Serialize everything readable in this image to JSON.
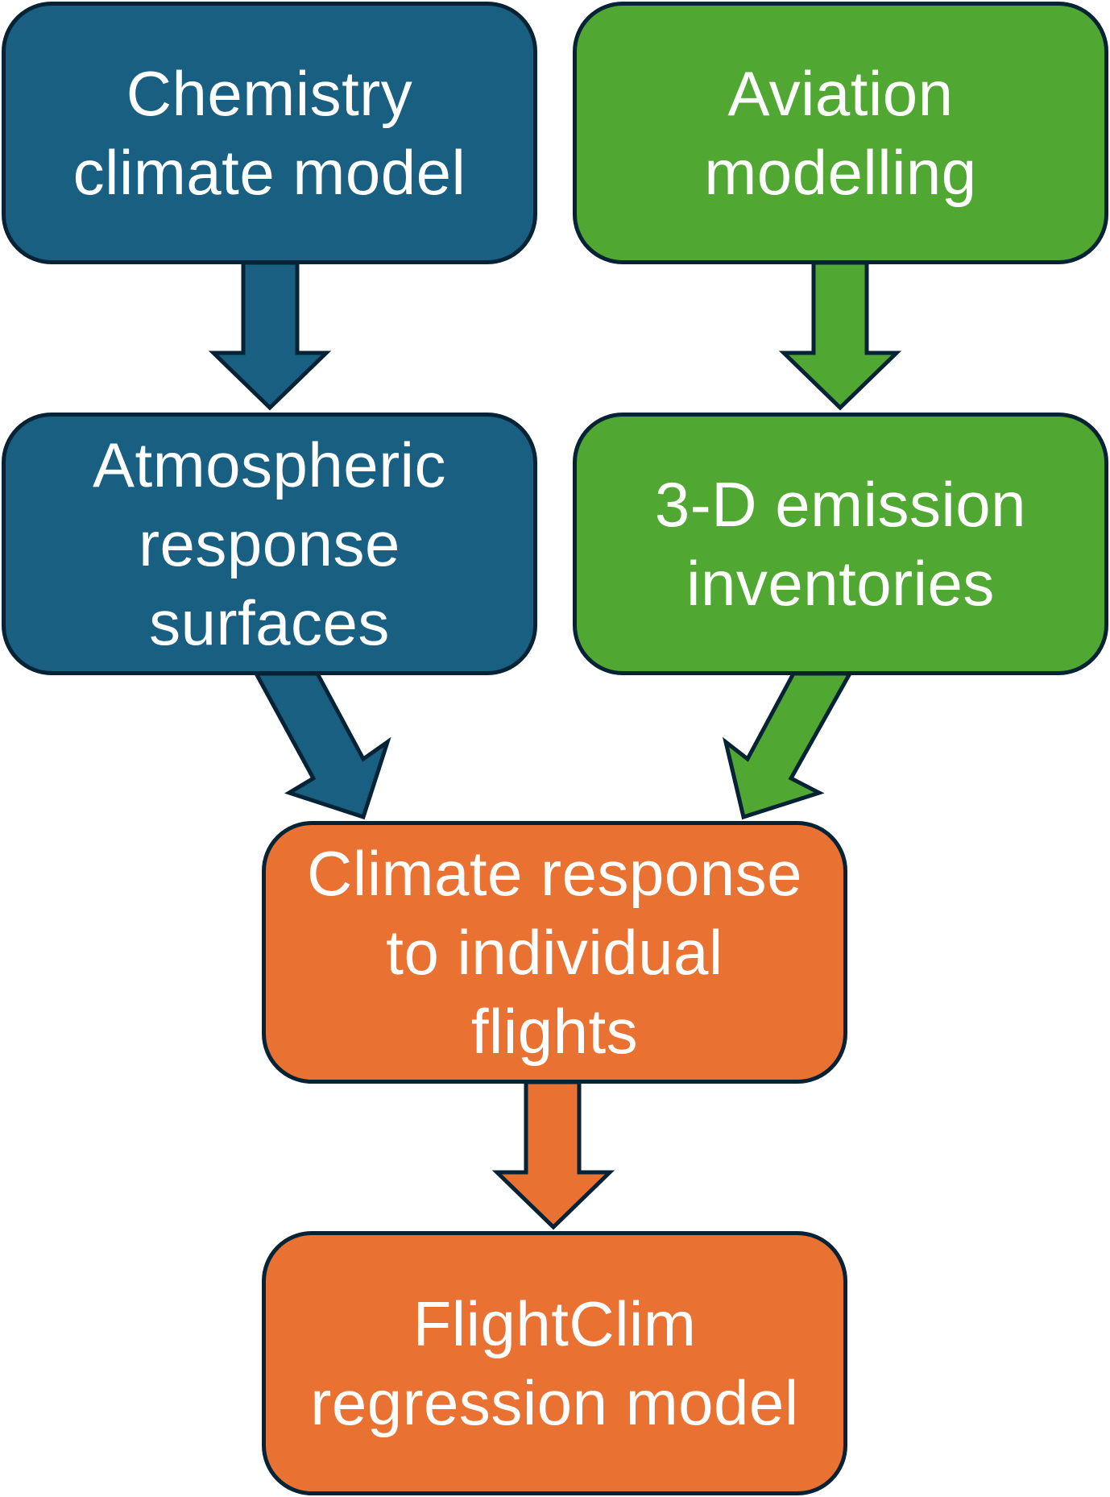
{
  "diagram": {
    "type": "flowchart",
    "colors": {
      "blue": "#185f81",
      "green": "#50a732",
      "orange": "#e97232",
      "outline": "#062335",
      "text": "#ffffff"
    },
    "nodes": [
      {
        "id": "chemistry-climate-model",
        "label": "Chemistry\nclimate model",
        "color": "blue"
      },
      {
        "id": "aviation-modelling",
        "label": "Aviation\nmodelling",
        "color": "green"
      },
      {
        "id": "atmospheric-response-surfaces",
        "label": "Atmospheric\nresponse\nsurfaces",
        "color": "blue"
      },
      {
        "id": "emission-inventories",
        "label": "3-D emission\ninventories",
        "color": "green"
      },
      {
        "id": "climate-response-flights",
        "label": "Climate response\nto individual\nflights",
        "color": "orange"
      },
      {
        "id": "flightclim-model",
        "label": "FlightClim\nregression model",
        "color": "orange"
      }
    ],
    "edges": [
      {
        "from": "chemistry-climate-model",
        "to": "atmospheric-response-surfaces",
        "color": "blue"
      },
      {
        "from": "aviation-modelling",
        "to": "emission-inventories",
        "color": "green"
      },
      {
        "from": "atmospheric-response-surfaces",
        "to": "climate-response-flights",
        "color": "blue"
      },
      {
        "from": "emission-inventories",
        "to": "climate-response-flights",
        "color": "green"
      },
      {
        "from": "climate-response-flights",
        "to": "flightclim-model",
        "color": "orange"
      }
    ]
  }
}
